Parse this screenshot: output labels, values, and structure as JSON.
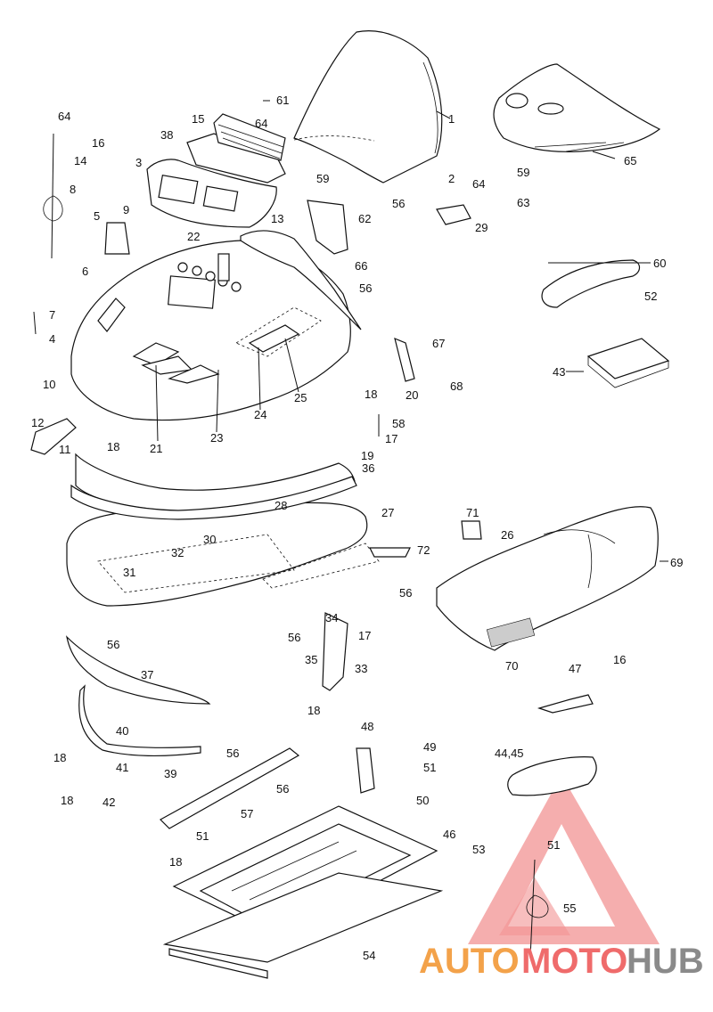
{
  "diagram": {
    "labels": [
      "1",
      "2",
      "3",
      "4",
      "5",
      "6",
      "7",
      "8",
      "9",
      "10",
      "11",
      "12",
      "13",
      "14",
      "15",
      "16",
      "17",
      "18",
      "19",
      "20",
      "21",
      "22",
      "23",
      "24",
      "25",
      "26",
      "27",
      "28",
      "29",
      "30",
      "31",
      "32",
      "33",
      "34",
      "35",
      "36",
      "37",
      "38",
      "39",
      "40",
      "41",
      "42",
      "43",
      "44,45",
      "46",
      "47",
      "48",
      "49",
      "50",
      "51",
      "52",
      "53",
      "54",
      "55",
      "56",
      "57",
      "58",
      "59",
      "60",
      "61",
      "62",
      "63",
      "64",
      "65",
      "66",
      "67",
      "68",
      "69",
      "70",
      "71",
      "72"
    ]
  },
  "watermark": {
    "word_a": "AUTO",
    "word_b": "MOTO",
    "word_c": "HUB",
    "colors": {
      "orange": "#f3a24a",
      "red": "#ef6b6b",
      "gray": "#8a8a8a"
    }
  }
}
